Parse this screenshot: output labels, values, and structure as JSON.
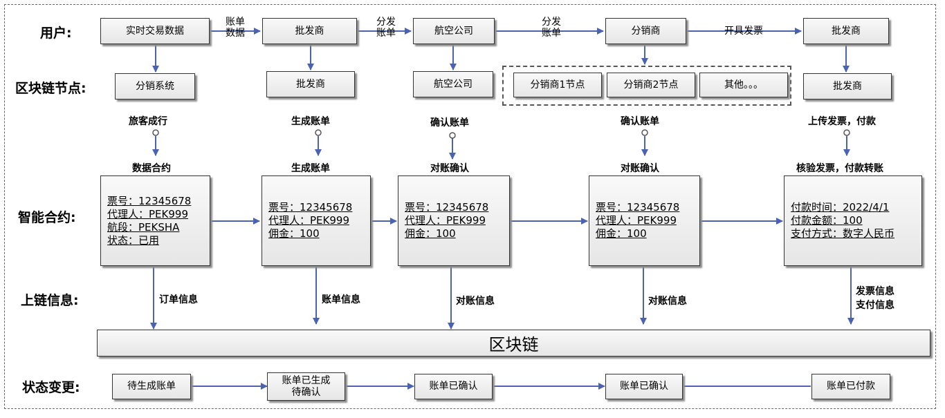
{
  "row_labels": {
    "user": "用户:",
    "node": "区块链节点:",
    "contract": "智能合约:",
    "onchain": "上链信息:",
    "state": "状态变更:"
  },
  "users": [
    "实时交易数据",
    "批发商",
    "航空公司",
    "分销商",
    "批发商"
  ],
  "user_flow_labels": [
    "账单\n数据",
    "分发\n账单",
    "分发\n账单",
    "开具发票"
  ],
  "nodes": [
    "分销系统",
    "批发商",
    "航空公司",
    "分销商1节点",
    "分销商2节点",
    "其他。。。",
    "批发商"
  ],
  "triggers": [
    "旅客成行",
    "生成账单",
    "确认账单",
    "确认账单",
    "上传发票，付款"
  ],
  "contract_titles": [
    "数据合约",
    "生成账单",
    "对账确认",
    "对账确认",
    "核验发票，付款转账"
  ],
  "contracts": [
    [
      "票号：12345678",
      "代理人：PEK999",
      "航段：PEKSHA",
      "状态：已用"
    ],
    [
      "票号：12345678",
      "代理人：PEK999",
      "佣金：100"
    ],
    [
      "票号：12345678",
      "代理人：PEK999",
      "佣金：100"
    ],
    [
      "票号：12345678",
      "代理人：PEK999",
      "佣金：100"
    ],
    [
      "付款时间：2022/4/1",
      "付款金额：100",
      "支付方式：数字人民币"
    ]
  ],
  "onchain_info": [
    "订单信息",
    "账单信息",
    "对账信息",
    "对账信息",
    "发票信息\n支付信息"
  ],
  "blockchain_label": "区块链",
  "states": [
    "待生成账单",
    "账单已生成\n待确认",
    "账单已确认",
    "账单已确认",
    "账单已付款"
  ],
  "colors": {
    "arrow": "#4a63b0",
    "border": "#333333"
  }
}
